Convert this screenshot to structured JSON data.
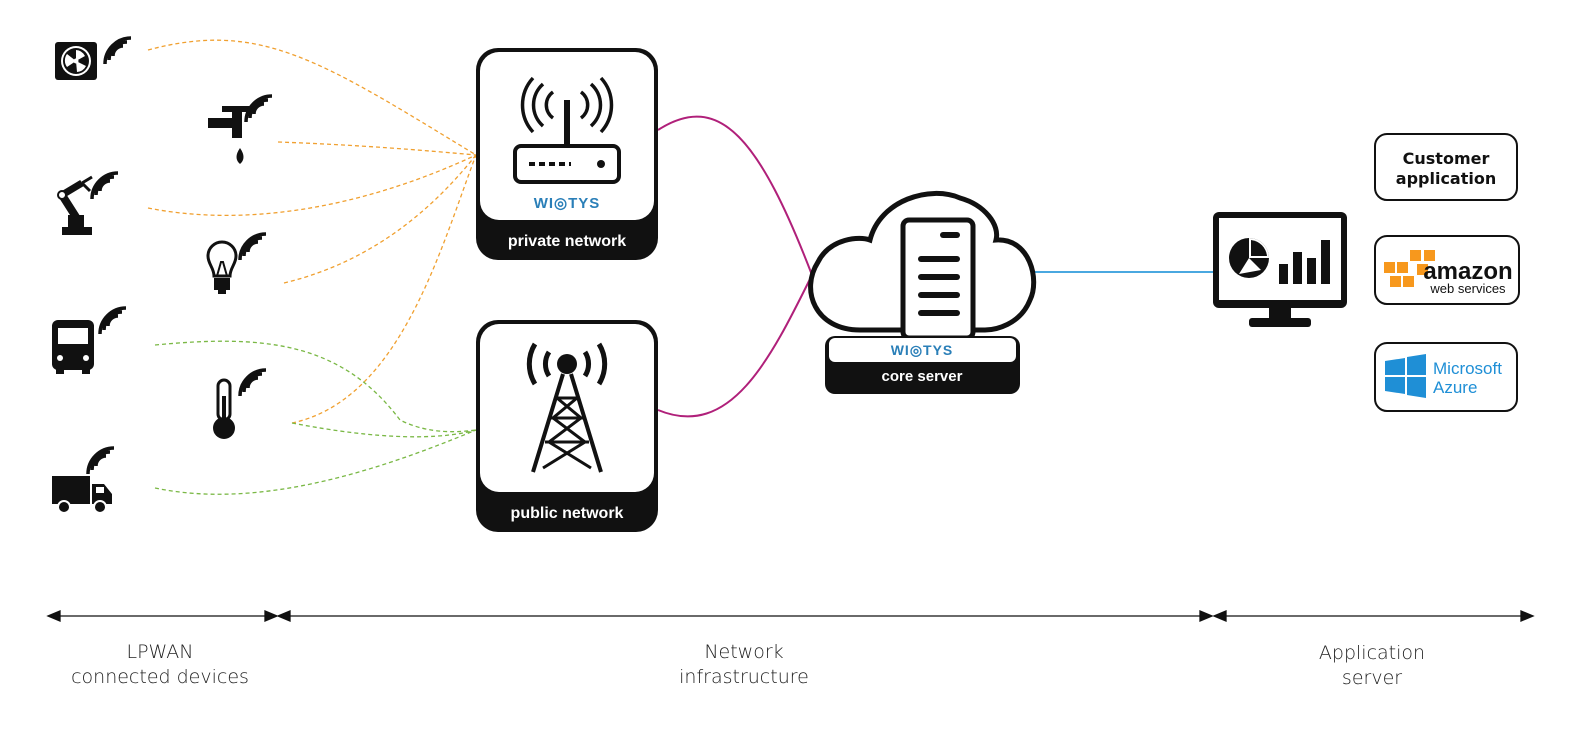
{
  "colors": {
    "private_link": "#f0a030",
    "public_link": "#7ab845",
    "backhaul": "#b0207a",
    "app_link": "#4aa8e0",
    "ink": "#111111",
    "wiotys_blue": "#2a7fb8",
    "aws_orange": "#f7981d",
    "azure_blue": "#1f8fd6"
  },
  "devices": [
    {
      "name": "fan-device",
      "icon": "fan-icon"
    },
    {
      "name": "faucet-device",
      "icon": "faucet-icon"
    },
    {
      "name": "robot-arm-device",
      "icon": "robot-arm-icon"
    },
    {
      "name": "bulb-device",
      "icon": "light-bulb-icon"
    },
    {
      "name": "bus-device",
      "icon": "bus-icon"
    },
    {
      "name": "thermometer-device",
      "icon": "thermometer-icon"
    },
    {
      "name": "truck-device",
      "icon": "truck-icon"
    }
  ],
  "private_network": {
    "brand": "WI◎TYS",
    "label": "private network",
    "icon": "router-icon"
  },
  "public_network": {
    "label": "public network",
    "icon": "antenna-tower-icon"
  },
  "core_server": {
    "brand": "WI◎TYS",
    "label": "core server",
    "icon": "cloud-server-icon"
  },
  "application": {
    "monitor_icon": "dashboard-monitor-icon",
    "customer_app": {
      "line1": "Customer",
      "line2": "application"
    },
    "amazon": {
      "word": "amazon",
      "sub": "web services"
    },
    "azure": {
      "line1": "Microsoft",
      "line2": "Azure"
    }
  },
  "sections": [
    {
      "line1": "LPWAN",
      "line2": "connected devices"
    },
    {
      "line1": "Network",
      "line2": "infrastructure"
    },
    {
      "line1": "Application",
      "line2": "server"
    }
  ]
}
